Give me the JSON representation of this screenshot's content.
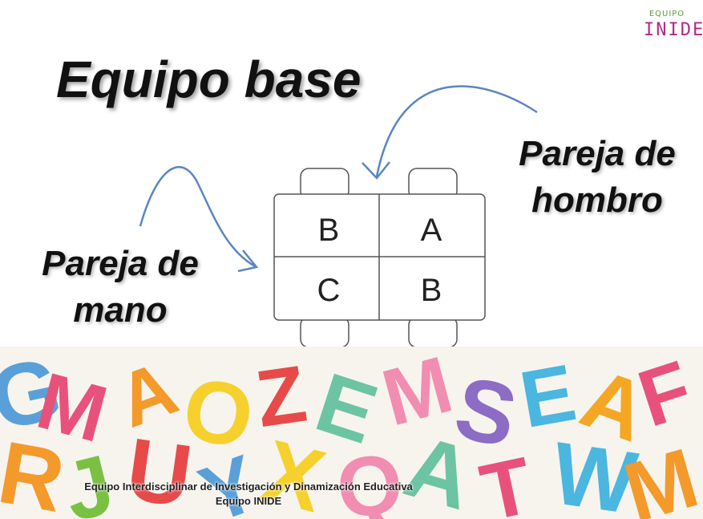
{
  "title": "Equipo base",
  "labels": {
    "shoulder_line1": "Pareja de",
    "shoulder_line2": "hombro",
    "hand_line1": "Pareja de",
    "hand_line2": "mano"
  },
  "seats": {
    "top_left": "B",
    "top_right": "A",
    "bottom_left": "C",
    "bottom_right": "B"
  },
  "logo": {
    "top_text": "EQUIPO",
    "main_text": "INIDE"
  },
  "footer": {
    "line1": "Equipo Interdisciplinar de Investigación y Dinamización Educativa",
    "line2": "Equipo INIDE"
  },
  "colors": {
    "arrow": "#5b86c0",
    "logo_green": "#5a9a3a",
    "logo_magenta": "#b32a8a"
  }
}
